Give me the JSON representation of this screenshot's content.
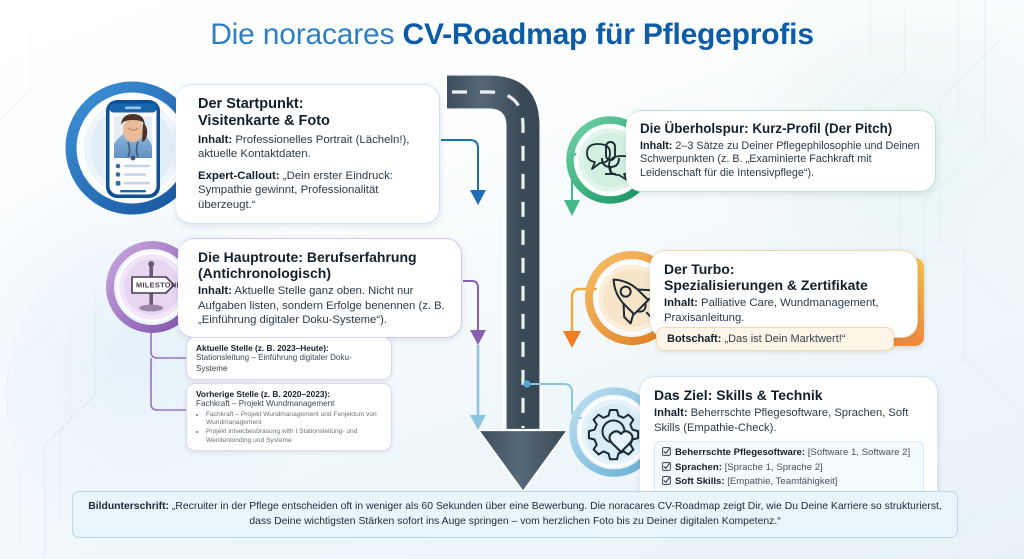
{
  "title": {
    "part1": "Die noracares ",
    "part2": "CV-Roadmap für Pflegeprofis"
  },
  "colors": {
    "title_light": "#2f7fc4",
    "title_bold": "#0d5ca8",
    "blue": "#1f6fb8",
    "purple": "#8b5fb0",
    "green": "#2f9e72",
    "orange": "#ef8c2c",
    "lightblue": "#7fb9d8",
    "road": "#475968"
  },
  "steps": [
    {
      "id": "start",
      "icon": "smartphone-profile-icon",
      "heading_line1": "Der Startpunkt:",
      "heading_line2": "Visitenkarte & Foto",
      "content_label": "Inhalt:",
      "content_text": " Professionelles Portrait (Lächeln!), aktuelle Kontaktdaten.",
      "callout_label": "Expert-Callout:",
      "callout_text": " „Dein erster Eindruck: Sympathie gewinnt, Professionalität überzeugt.“"
    },
    {
      "id": "route",
      "icon": "milestone-signpost-icon",
      "icon_text": "MILESTONE",
      "heading_line1": "Die Hauptroute: Berufserfahrung",
      "heading_line2": "(Antichronologisch)",
      "content_label": "Inhalt:",
      "content_text": " Aktuelle Stelle ganz oben. Nicht nur Aufgaben listen, sondern Erfolge benennen (z. B. „Einführung digitaler Doku-Systeme“).",
      "subcards": [
        {
          "title": "Aktuelle Stelle (z. B. 2023–Heute):",
          "text": "Stationsleitung – Einführung digitaler Doku-Systeme",
          "bullets": []
        },
        {
          "title": "Vorherige Stelle (z. B. 2020–2023):",
          "text": "Fachkraft – Projekt Wundmanagement",
          "bullets": [
            "Fachkraft – Projekt Wundmanagement und Fenjektum von Wundmanagement",
            "Projekt intvecbesbrasung with I Stationsleitung- und Wenitenlonding und Systeme"
          ]
        }
      ]
    },
    {
      "id": "pitch",
      "icon": "microphone-speech-icon",
      "heading_line1": "Die Überholspur: Kurz-Profil (Der Pitch)",
      "heading_line2": "",
      "content_label": "Inhalt:",
      "content_text": " 2–3 Sätze zu Deiner Pflegephilosophie und Deinen Schwerpunkten (z. B. „Examinierte Fachkraft mit Leidenschaft für die Intensivpflege“)."
    },
    {
      "id": "turbo",
      "icon": "rocket-icon",
      "heading_line1": "Der Turbo:",
      "heading_line2": "Spezialisierungen & Zertifikate",
      "content_label": "Inhalt:",
      "content_text": " Palliative Care, Wundmanagement, Praxisanleitung.",
      "message_label": "Botschaft:",
      "message_text": " „Das ist Dein Marktwert!“"
    },
    {
      "id": "goal",
      "icon": "gear-heart-icon",
      "heading_line1": "Das Ziel: Skills & Technik",
      "heading_line2": "",
      "content_label": "Inhalt:",
      "content_text": " Beherrschte Pflegesoftware, Sprachen, Soft Skills (Empathie-Check).",
      "checklist": [
        {
          "icon": "checkbox-checked-icon",
          "label": "Beherrschte Pflegesoftware:",
          "value": " [Software 1, Software 2]"
        },
        {
          "icon": "checkbox-checked-icon",
          "label": "Sprachen:",
          "value": " [Sprache 1, Sprache 2]"
        },
        {
          "icon": "checkbox-checked-icon",
          "label": "Soft Skills:",
          "value": " [Empathie, Teamfähigkeit]"
        }
      ]
    }
  ],
  "caption": {
    "label": "Bildunterschrift:",
    "text": " „Recruiter in der Pflege entscheiden oft in weniger als 60 Sekunden über eine Bewerbung. Die noracares CV-Roadmap zeigt Dir, wie Du Deine Karriere so strukturierst, dass Deine wichtigsten Stärken sofort ins Auge springen – vom herzlichen Foto bis zu Deiner digitalen Kompetenz.“"
  }
}
